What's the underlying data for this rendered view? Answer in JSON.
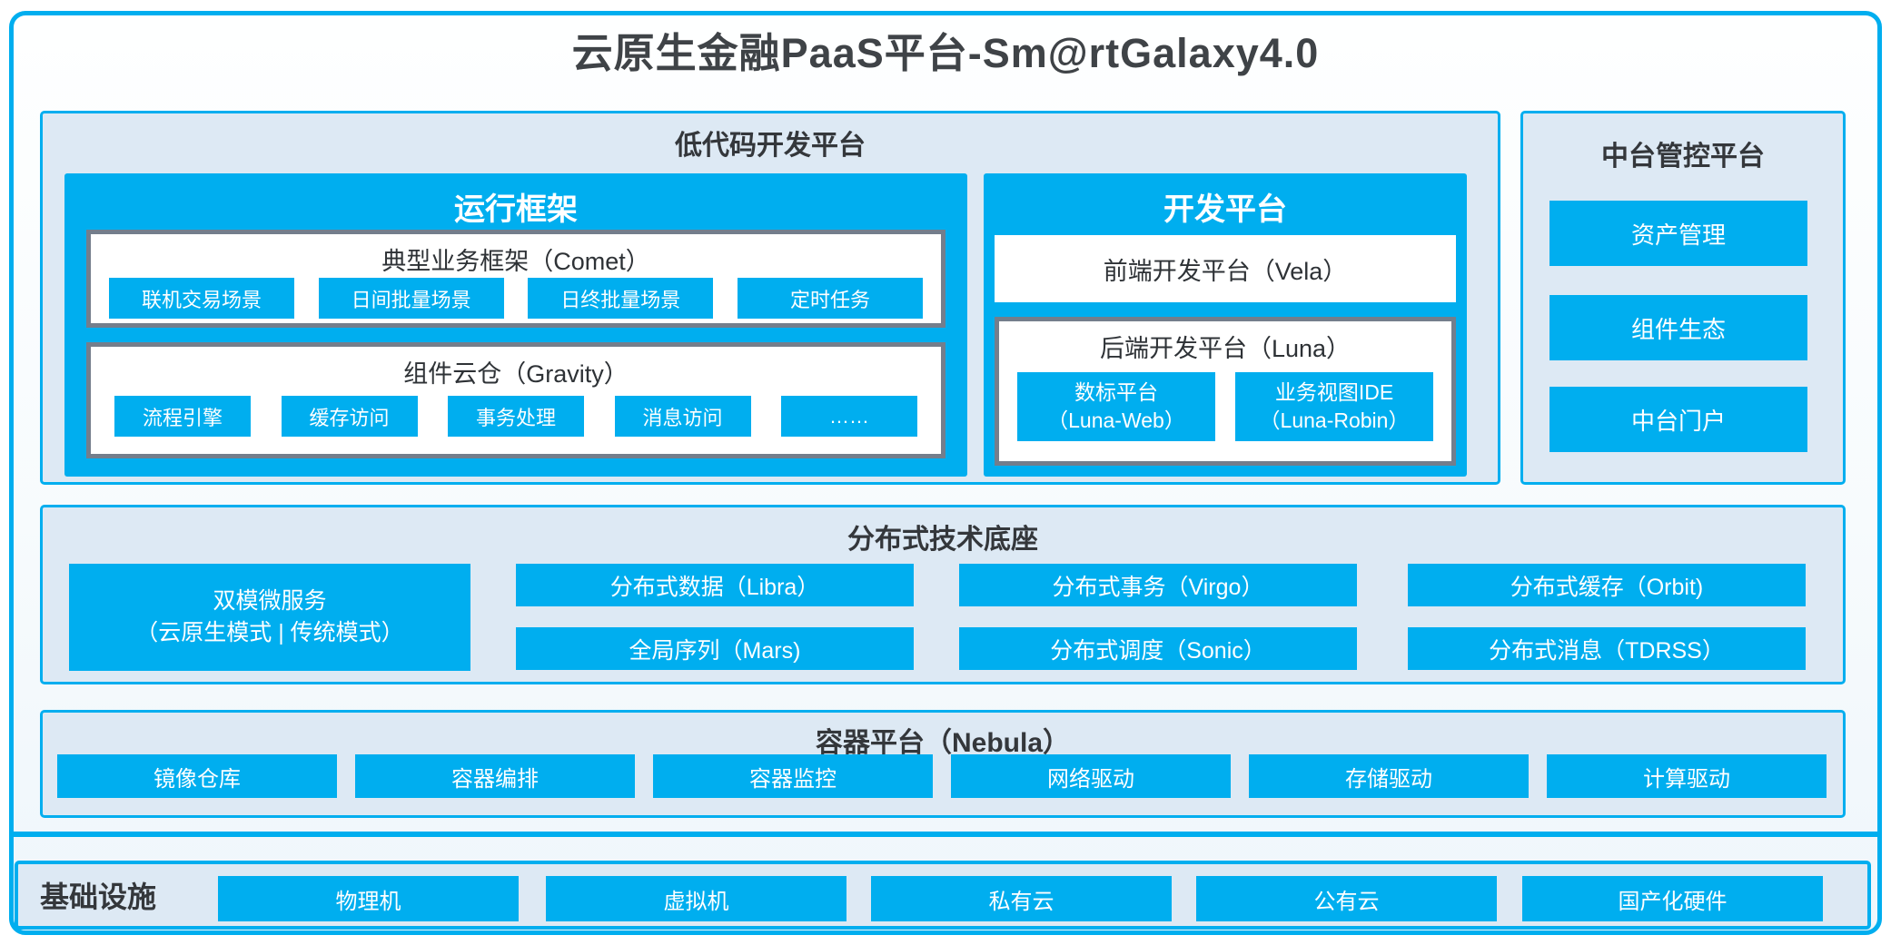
{
  "title": "云原生金融PaaS平台-Sm@rtGalaxy4.0",
  "colors": {
    "accent_blue": "#00AEEF",
    "panel_light_blue": "#DDE9F4",
    "inner_border_gray": "#747E8C",
    "text_dark": "#3F4347"
  },
  "low_code": {
    "title": "低代码开发平台",
    "runtime": {
      "title": "运行框架",
      "comet": {
        "title": "典型业务框架（Comet）",
        "items": [
          "联机交易场景",
          "日间批量场景",
          "日终批量场景",
          "定时任务"
        ]
      },
      "gravity": {
        "title": "组件云仓（Gravity）",
        "items": [
          "流程引擎",
          "缓存访问",
          "事务处理",
          "消息访问",
          "……"
        ]
      }
    },
    "dev": {
      "title": "开发平台",
      "vela": "前端开发平台（Vela）",
      "luna": {
        "title": "后端开发平台（Luna）",
        "items": [
          {
            "line1": "数标平台",
            "line2": "（Luna-Web）"
          },
          {
            "line1": "业务视图IDE",
            "line2": "（Luna-Robin）"
          }
        ]
      }
    }
  },
  "midplatform": {
    "title": "中台管控平台",
    "items": [
      "资产管理",
      "组件生态",
      "中台门户"
    ]
  },
  "distributed": {
    "title": "分布式技术底座",
    "dual_mode": {
      "line1": "双模微服务",
      "line2": "（云原生模式 | 传统模式）"
    },
    "items": [
      "分布式数据（Libra）",
      "分布式事务（Virgo）",
      "分布式缓存（Orbit)",
      "全局序列（Mars)",
      "分布式调度（Sonic）",
      "分布式消息（TDRSS）"
    ]
  },
  "container": {
    "title": "容器平台（Nebula）",
    "items": [
      "镜像仓库",
      "容器编排",
      "容器监控",
      "网络驱动",
      "存储驱动",
      "计算驱动"
    ]
  },
  "infrastructure": {
    "label": "基础设施",
    "items": [
      "物理机",
      "虚拟机",
      "私有云",
      "公有云",
      "国产化硬件"
    ]
  }
}
